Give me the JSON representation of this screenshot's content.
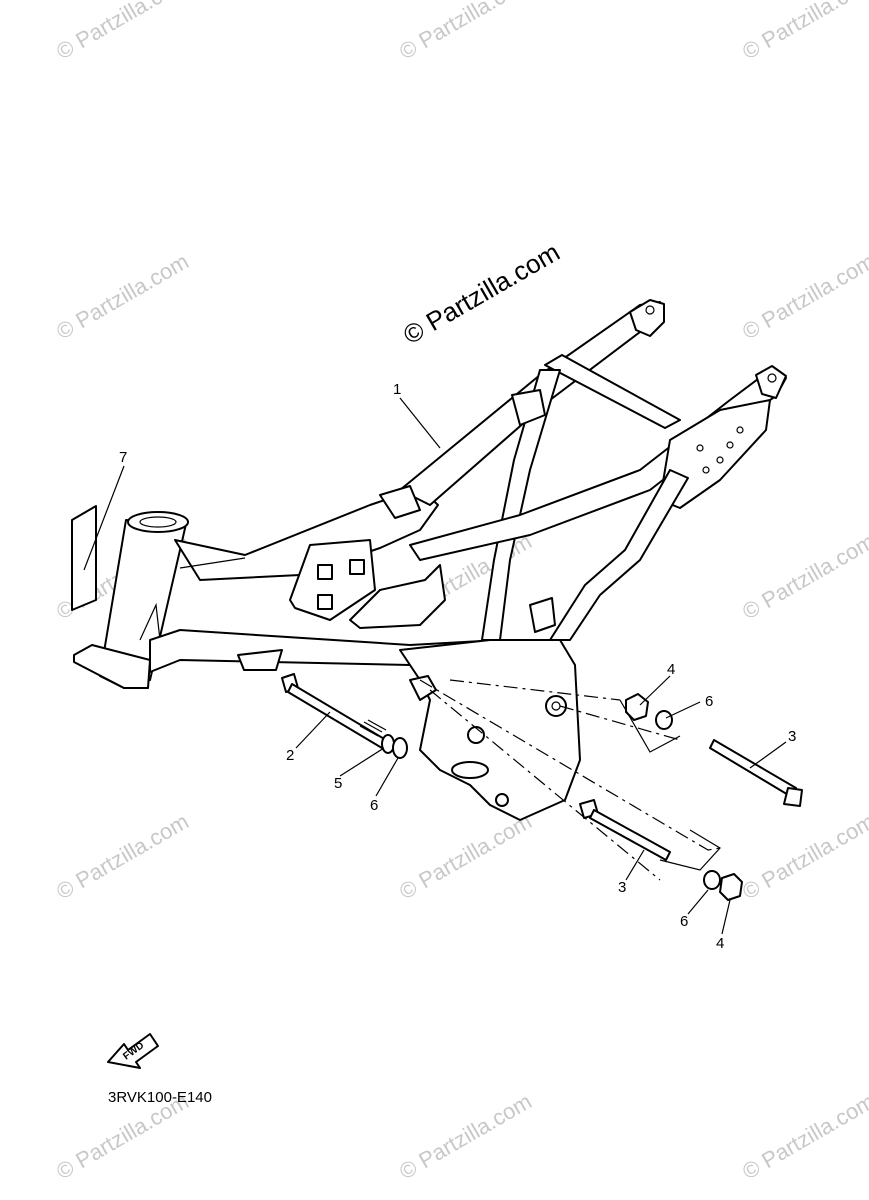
{
  "watermark": {
    "text": "© Partzilla.com"
  },
  "center_watermark": {
    "text": "© Partzilla.com"
  },
  "callouts": [
    {
      "id": "1",
      "label": "1"
    },
    {
      "id": "7",
      "label": "7"
    },
    {
      "id": "4a",
      "label": "4"
    },
    {
      "id": "6a",
      "label": "6"
    },
    {
      "id": "3a",
      "label": "3"
    },
    {
      "id": "2",
      "label": "2"
    },
    {
      "id": "5",
      "label": "5"
    },
    {
      "id": "6b",
      "label": "6"
    },
    {
      "id": "3b",
      "label": "3"
    },
    {
      "id": "6c",
      "label": "6"
    },
    {
      "id": "4b",
      "label": "4"
    }
  ],
  "fwd_badge": {
    "text": "FWD"
  },
  "diagram_code": {
    "text": "3RVK100-E140"
  }
}
